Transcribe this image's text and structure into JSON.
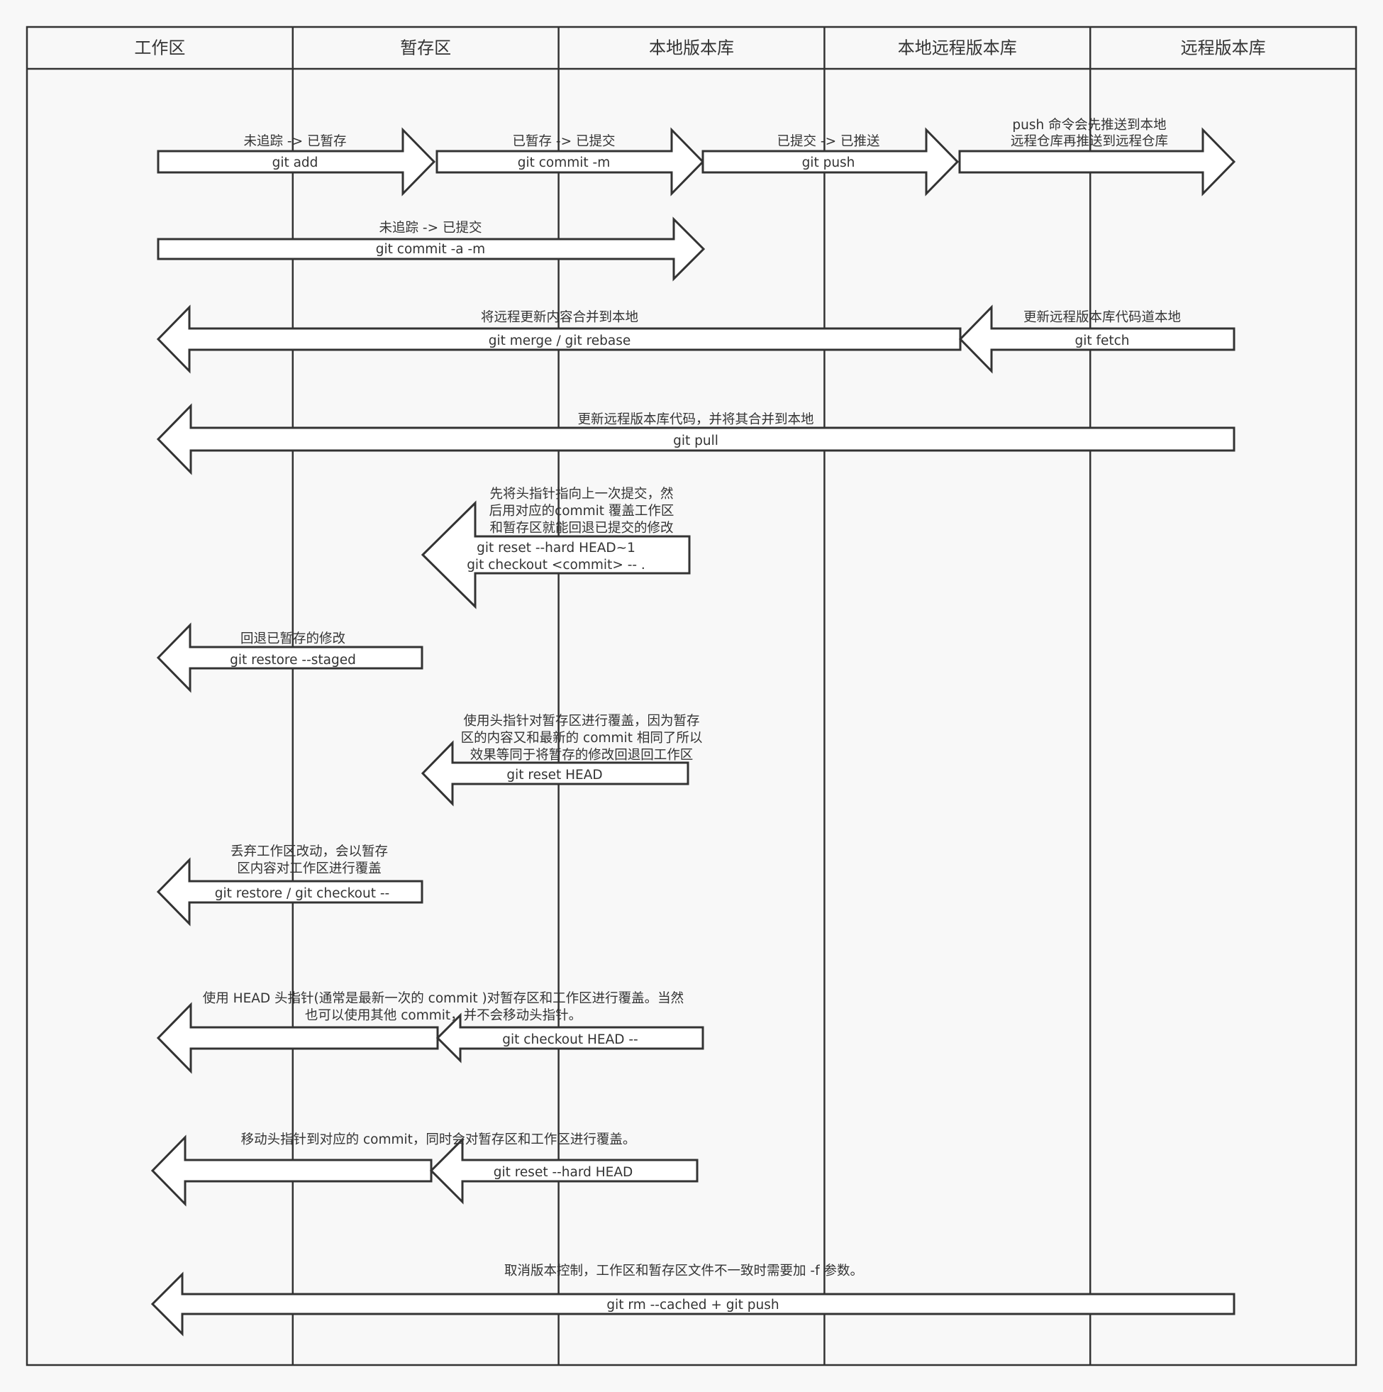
{
  "lanes": [
    "工作区",
    "暂存区",
    "本地版本库",
    "本地远程版本库",
    "远程版本库"
  ],
  "operations": [
    {
      "id": "add",
      "description": [
        "未追踪 -> 已暂存"
      ],
      "commands": [
        "git add"
      ]
    },
    {
      "id": "commit",
      "description": [
        "已暂存 -> 已提交"
      ],
      "commands": [
        "git commit -m"
      ]
    },
    {
      "id": "push",
      "description": [
        "已提交 -> 已推送"
      ],
      "commands": [
        "git push"
      ]
    },
    {
      "id": "push-remote",
      "description": [
        "push 命令会先推送到本地",
        "远程仓库再推送到远程仓库"
      ],
      "commands": []
    },
    {
      "id": "commit-a",
      "description": [
        "未追踪 -> 已提交"
      ],
      "commands": [
        "git commit -a -m"
      ]
    },
    {
      "id": "merge",
      "description": [
        "将远程更新内容合并到本地"
      ],
      "commands": [
        "git merge / git rebase"
      ]
    },
    {
      "id": "fetch",
      "description": [
        "更新远程版本库代码道本地"
      ],
      "commands": [
        "git fetch"
      ]
    },
    {
      "id": "pull",
      "description": [
        "更新远程版本库代码，并将其合并到本地"
      ],
      "commands": [
        "git pull"
      ]
    },
    {
      "id": "reset-hard-head1",
      "description": [
        "先将头指针指向上一次提交，然",
        "后用对应的commit 覆盖工作区",
        "和暂存区就能回退已提交的修改"
      ],
      "commands": [
        "git reset --hard HEAD~1",
        "git checkout <commit> -- ."
      ]
    },
    {
      "id": "restore-staged",
      "description": [
        "回退已暂存的修改"
      ],
      "commands": [
        "git restore --staged"
      ]
    },
    {
      "id": "reset-head",
      "description": [
        "使用头指针对暂存区进行覆盖，因为暂存",
        "区的内容又和最新的 commit 相同了所以",
        "效果等同于将暂存的修改回退回工作区"
      ],
      "commands": [
        "git reset HEAD"
      ]
    },
    {
      "id": "restore",
      "description": [
        "丢弃工作区改动，会以暂存",
        "区内容对工作区进行覆盖"
      ],
      "commands": [
        "git restore / git checkout --"
      ]
    },
    {
      "id": "checkout-head",
      "description": [
        "使用 HEAD 头指针(通常是最新一次的 commit )对暂存区和工作区进行覆盖。当然",
        "也可以使用其他 commit，并不会移动头指针。"
      ],
      "commands": [
        "git checkout HEAD --"
      ]
    },
    {
      "id": "reset-hard-head",
      "description": [
        "移动头指针到对应的 commit，同时会对暂存区和工作区进行覆盖。"
      ],
      "commands": [
        "git reset --hard HEAD"
      ]
    },
    {
      "id": "rm-cached",
      "description": [
        "取消版本控制，工作区和暂存区文件不一致时需要加 -f 参数。"
      ],
      "commands": [
        "git rm --cached + git push"
      ]
    }
  ]
}
